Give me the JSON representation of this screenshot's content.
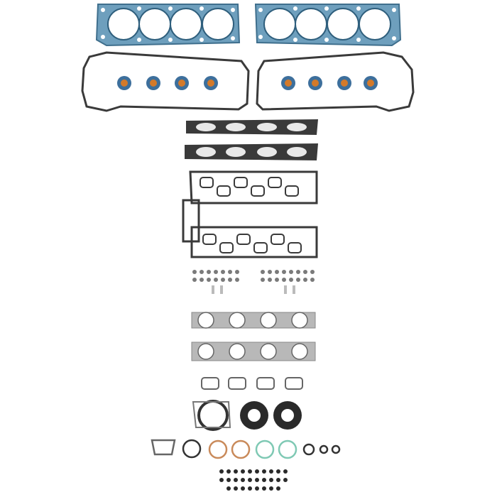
{
  "colors": {
    "background": "#ffffff",
    "head_gasket_fill": "#6e9fbd",
    "head_gasket_edge": "#3f6f8d",
    "valve_cover_seal": "#3a3a3a",
    "spark_plug_tube_seal_outer": "#3d6f9c",
    "spark_plug_tube_seal_inner": "#d47a2a",
    "intake_gasket_fill": "#3a3a3a",
    "exhaust_gasket_fill": "#b8b8b8",
    "rubber_seal": "#2a2a2a",
    "copper_ring": "#c98a5a",
    "green_ring": "#7fc9b4",
    "washer": "#7a7a7a"
  },
  "parts": {
    "head_gaskets": [
      "head-gasket-left",
      "head-gasket-right"
    ],
    "valve_cover_gaskets": [
      "valve-cover-gasket-left",
      "valve-cover-gasket-right"
    ],
    "intake_gaskets": [
      "upper-intake-gasket",
      "lower-intake-gasket",
      "plenum-gasket"
    ],
    "exhaust_manifold_gaskets": [
      "exhaust-manifold-gasket-upper",
      "exhaust-manifold-gasket-lower"
    ],
    "seals": [
      "camshaft-seal",
      "front-oil-seal-left",
      "front-oil-seal-right"
    ]
  }
}
